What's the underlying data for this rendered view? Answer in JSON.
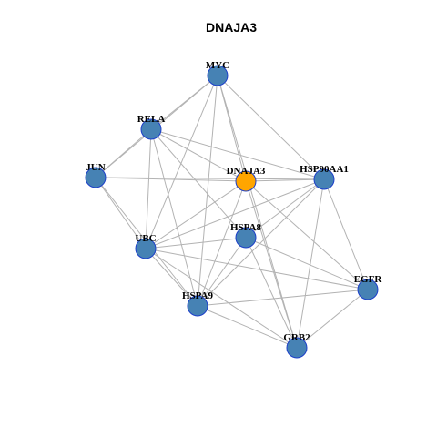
{
  "title": "DNAJA3",
  "colors": {
    "focus_node": "#FFA500",
    "node": "#4682B4",
    "node_border": "#1C3FC9",
    "edge": "#B3B3B3"
  },
  "nodes": [
    {
      "id": "MYC",
      "label": "MYC",
      "focus": false
    },
    {
      "id": "RELA",
      "label": "RELA",
      "focus": false
    },
    {
      "id": "JUN",
      "label": "JUN",
      "focus": false
    },
    {
      "id": "DNAJA3",
      "label": "DNAJA3",
      "focus": true
    },
    {
      "id": "HSP90AA1",
      "label": "HSP90AA1",
      "focus": false
    },
    {
      "id": "HSPA8",
      "label": "HSPA8",
      "focus": false
    },
    {
      "id": "UBC",
      "label": "UBC",
      "focus": false
    },
    {
      "id": "EGFR",
      "label": "EGFR",
      "focus": false
    },
    {
      "id": "HSPA9",
      "label": "HSPA9",
      "focus": false
    },
    {
      "id": "GRB2",
      "label": "GRB2",
      "focus": false
    }
  ],
  "edges": [
    [
      "MYC",
      "RELA"
    ],
    [
      "MYC",
      "JUN"
    ],
    [
      "MYC",
      "DNAJA3"
    ],
    [
      "MYC",
      "HSP90AA1"
    ],
    [
      "MYC",
      "UBC"
    ],
    [
      "MYC",
      "HSPA9"
    ],
    [
      "MYC",
      "GRB2"
    ],
    [
      "RELA",
      "JUN"
    ],
    [
      "RELA",
      "DNAJA3"
    ],
    [
      "RELA",
      "HSP90AA1"
    ],
    [
      "RELA",
      "HSPA8"
    ],
    [
      "RELA",
      "UBC"
    ],
    [
      "RELA",
      "HSPA9"
    ],
    [
      "JUN",
      "DNAJA3"
    ],
    [
      "JUN",
      "HSP90AA1"
    ],
    [
      "JUN",
      "UBC"
    ],
    [
      "JUN",
      "HSPA9"
    ],
    [
      "DNAJA3",
      "HSP90AA1"
    ],
    [
      "DNAJA3",
      "UBC"
    ],
    [
      "DNAJA3",
      "HSPA9"
    ],
    [
      "DNAJA3",
      "GRB2"
    ],
    [
      "DNAJA3",
      "EGFR"
    ],
    [
      "HSP90AA1",
      "UBC"
    ],
    [
      "HSP90AA1",
      "HSPA8"
    ],
    [
      "HSP90AA1",
      "HSPA9"
    ],
    [
      "HSP90AA1",
      "GRB2"
    ],
    [
      "HSP90AA1",
      "EGFR"
    ],
    [
      "HSPA8",
      "UBC"
    ],
    [
      "HSPA8",
      "HSPA9"
    ],
    [
      "HSPA8",
      "GRB2"
    ],
    [
      "HSPA8",
      "EGFR"
    ],
    [
      "UBC",
      "HSPA9"
    ],
    [
      "UBC",
      "GRB2"
    ],
    [
      "UBC",
      "EGFR"
    ],
    [
      "HSPA9",
      "GRB2"
    ],
    [
      "HSPA9",
      "EGFR"
    ],
    [
      "GRB2",
      "EGFR"
    ]
  ]
}
